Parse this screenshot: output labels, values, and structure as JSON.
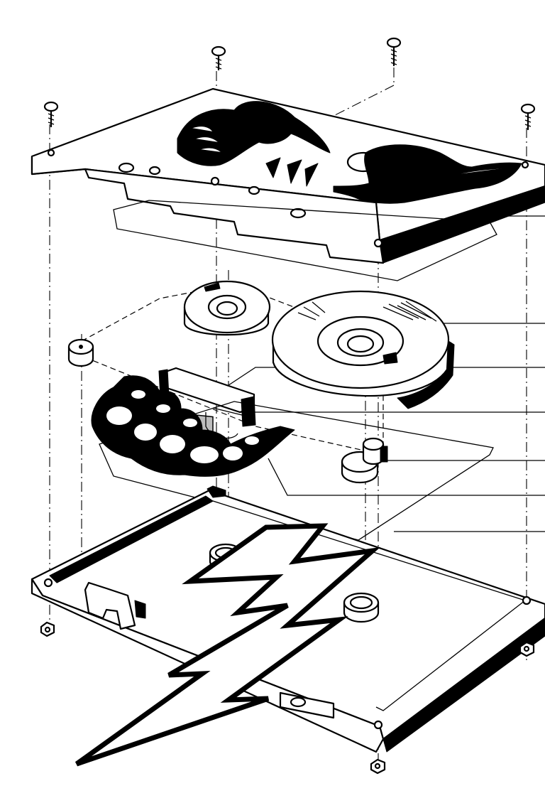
{
  "diagram": {
    "kind": "exploded cassette tape line drawing",
    "parts": [
      "screw",
      "top-shell",
      "window",
      "supply-reel",
      "take-up-reel",
      "pressure-pad",
      "tape-guide",
      "tape-path",
      "liner-sheet",
      "bottom-shell",
      "nut",
      "lightning-bolt",
      "graffiti-lettering"
    ],
    "icons": [
      "screw-icon",
      "nut-icon",
      "lightning-bolt-icon"
    ]
  }
}
